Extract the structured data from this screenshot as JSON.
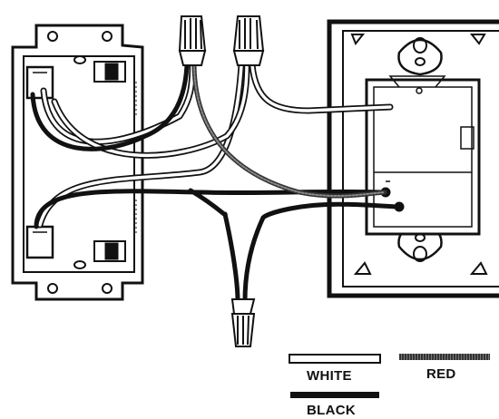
{
  "legend": {
    "white_label": "WHITE",
    "red_label": "RED",
    "black_label": "BLACK"
  },
  "wire_colors": {
    "white": "#ffffff",
    "black": "#111111",
    "red": "#555555"
  },
  "components": {
    "left_box": "double-gang-switch-box",
    "right_box": "electrical-box-with-device",
    "wire_nuts": 3,
    "device_screws": 2
  }
}
